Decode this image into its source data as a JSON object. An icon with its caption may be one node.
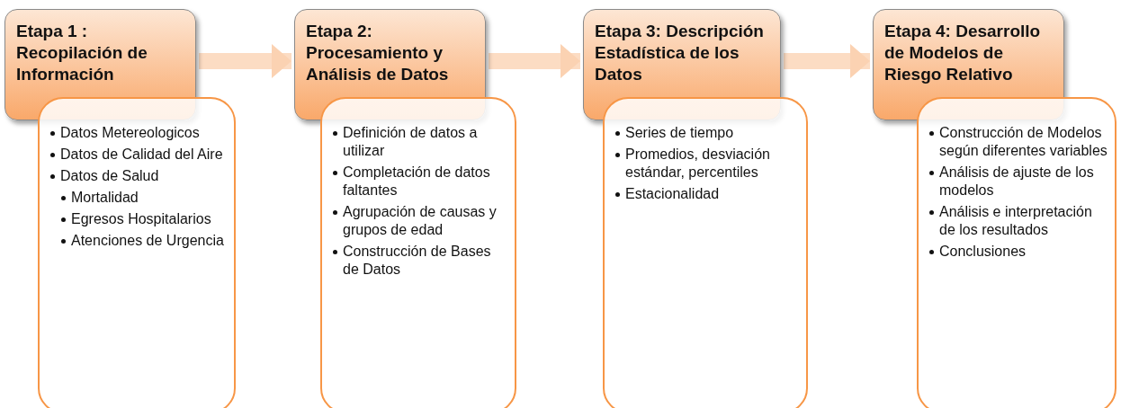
{
  "diagram": {
    "nodes": [
      {
        "text": [
          "Etapa 1 : Recopilación de Información"
        ]
      },
      {
        "text": [
          "Datos Metereologicos",
          "Datos de Calidad del Aire",
          "Datos de Salud",
          "Mortalidad",
          "Egresos Hospitalarios",
          "Atenciones de Urgencia"
        ]
      },
      {
        "text": [
          "Etapa 2: Procesamiento y Análisis de Datos"
        ]
      },
      {
        "text": [
          "Definición de datos a utilizar",
          "Completación de datos faltantes",
          "Agrupación de causas y grupos de edad",
          "Construcción de Bases de Datos"
        ]
      },
      {
        "text": [
          "Etapa 3: Descripción Estadística de los Datos"
        ]
      },
      {
        "text": [
          "Series de tiempo",
          "Promedios, desviación estándar, percentiles",
          "Estacionalidad"
        ]
      },
      {
        "text": [
          "Etapa 4: Desarrollo de Modelos de Riesgo Relativo"
        ]
      },
      {
        "text": [
          "Construcción de Modelos según diferentes variables",
          "Análisis de ajuste de los modelos",
          "Análisis e interpretación de los resultados",
          "Conclusiones"
        ]
      }
    ],
    "edges": [
      {
        "from": 0,
        "to": 2,
        "arrow": "to"
      },
      {
        "from": 2,
        "to": 4,
        "arrow": "to"
      },
      {
        "from": 4,
        "to": 6,
        "arrow": "to"
      }
    ]
  }
}
